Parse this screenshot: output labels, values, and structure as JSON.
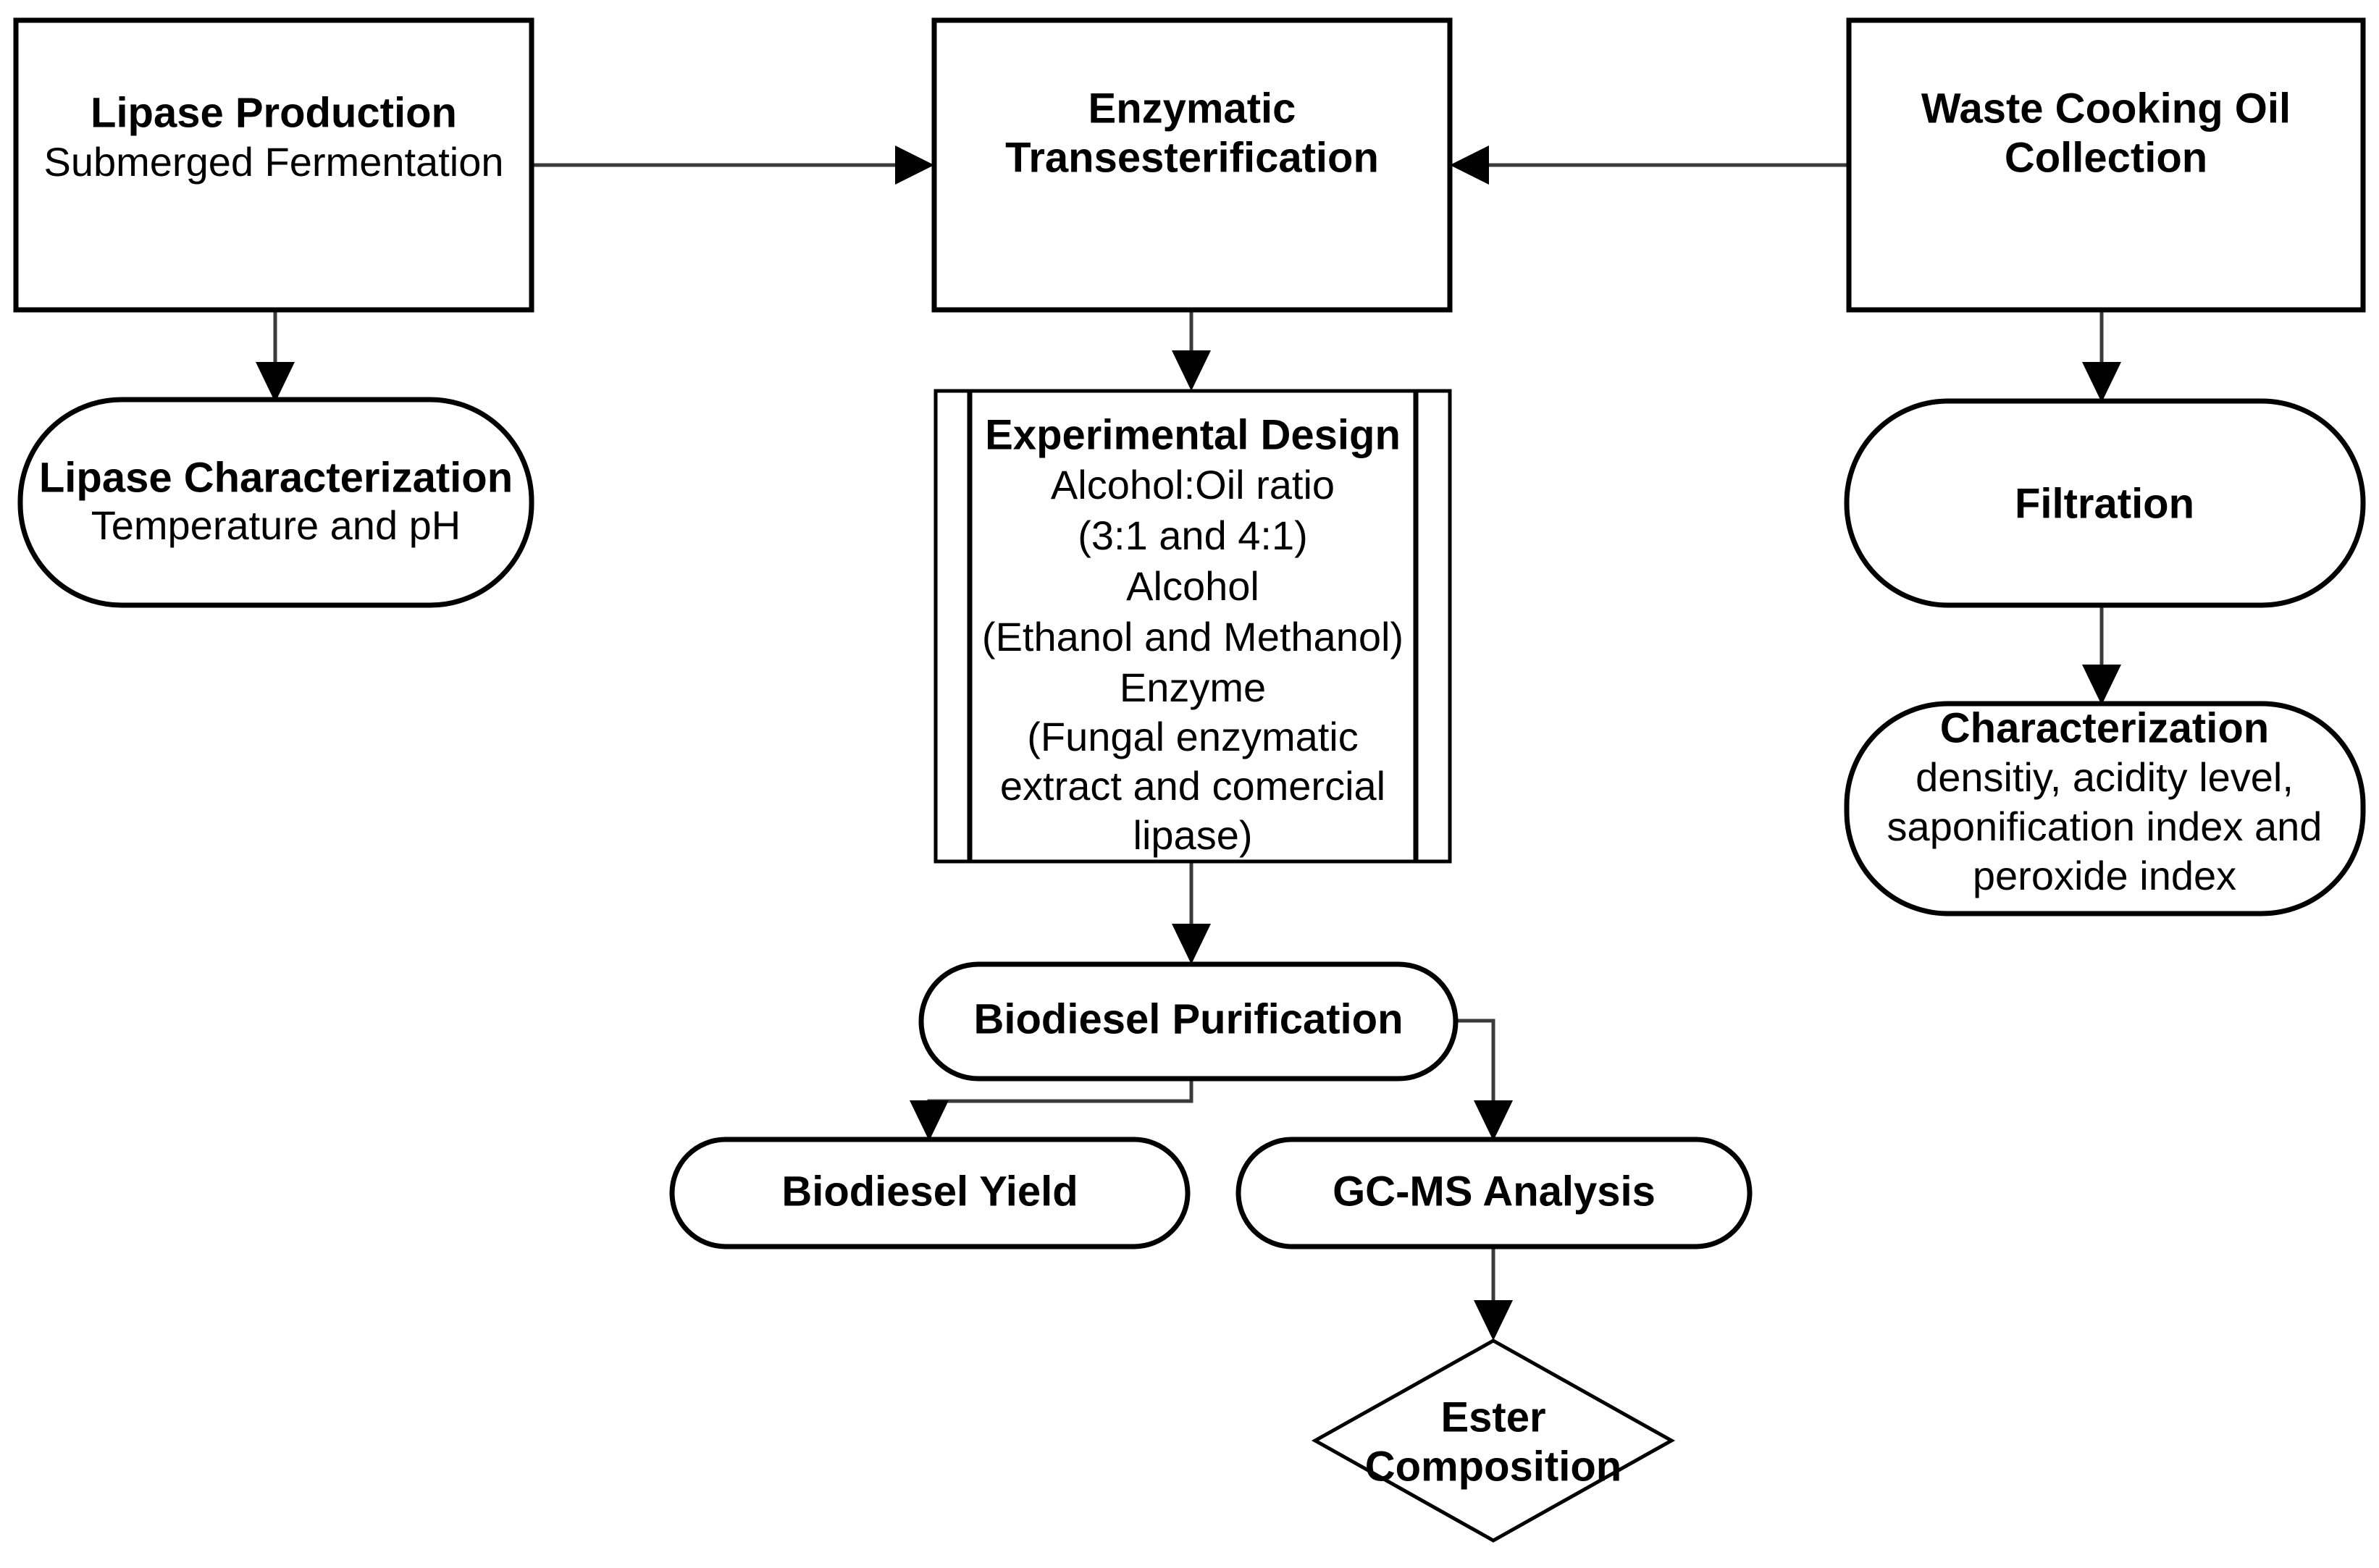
{
  "diagram": {
    "title": "Biodiesel production from waste cooking oil via enzymatic transesterification — process flowchart",
    "colors": {
      "background": "#ffffff",
      "shape_stroke": "#000000",
      "shape_fill": "#ffffff",
      "connector": "#3a3a3a",
      "text": "#000000"
    },
    "nodes": [
      {
        "id": "lipase-production",
        "shape": "rectangle",
        "lines": [
          {
            "text": "Lipase Production",
            "bold": true
          },
          {
            "text": "Submerged Fermentation",
            "bold": false
          }
        ]
      },
      {
        "id": "lipase-characterization",
        "shape": "rounded-rectangle",
        "lines": [
          {
            "text": "Lipase Characterization",
            "bold": true
          },
          {
            "text": "Temperature and pH",
            "bold": false
          }
        ]
      },
      {
        "id": "enzymatic-transesterification",
        "shape": "rectangle",
        "lines": [
          {
            "text": "Enzymatic",
            "bold": true
          },
          {
            "text": "Transesterification",
            "bold": true
          }
        ]
      },
      {
        "id": "experimental-design",
        "shape": "predefined-process",
        "lines": [
          {
            "text": "Experimental Design",
            "bold": true
          },
          {
            "text": "Alcohol:Oil ratio",
            "bold": false
          },
          {
            "text": "(3:1 and 4:1)",
            "bold": false
          },
          {
            "text": "Alcohol",
            "bold": false
          },
          {
            "text": "(Ethanol and Methanol)",
            "bold": false
          },
          {
            "text": "Enzyme",
            "bold": false
          },
          {
            "text": "(Fungal enzymatic",
            "bold": false
          },
          {
            "text": "extract and comercial",
            "bold": false
          },
          {
            "text": "lipase)",
            "bold": false
          }
        ]
      },
      {
        "id": "waste-cooking-oil-collection",
        "shape": "rectangle",
        "lines": [
          {
            "text": "Waste Cooking Oil",
            "bold": true
          },
          {
            "text": "Collection",
            "bold": true
          }
        ]
      },
      {
        "id": "filtration",
        "shape": "rounded-rectangle",
        "lines": [
          {
            "text": "Filtration",
            "bold": true
          }
        ]
      },
      {
        "id": "characterization",
        "shape": "rounded-rectangle",
        "lines": [
          {
            "text": "Characterization",
            "bold": true
          },
          {
            "text": "densitiy, acidity level,",
            "bold": false
          },
          {
            "text": "saponification index and",
            "bold": false
          },
          {
            "text": "peroxide index",
            "bold": false
          }
        ]
      },
      {
        "id": "biodiesel-purification",
        "shape": "rounded-rectangle",
        "lines": [
          {
            "text": "Biodiesel Purification",
            "bold": true
          }
        ]
      },
      {
        "id": "biodiesel-yield",
        "shape": "rounded-rectangle",
        "lines": [
          {
            "text": "Biodiesel Yield",
            "bold": true
          }
        ]
      },
      {
        "id": "gc-ms-analysis",
        "shape": "rounded-rectangle",
        "lines": [
          {
            "text": "GC-MS Analysis",
            "bold": true
          }
        ]
      },
      {
        "id": "ester-composition",
        "shape": "diamond",
        "lines": [
          {
            "text": "Ester",
            "bold": true
          },
          {
            "text": "Composition",
            "bold": true
          }
        ]
      }
    ],
    "edges": [
      {
        "id": "edge-lipase-production-to-enzymatic",
        "from": "lipase-production",
        "to": "enzymatic-transesterification",
        "direction": "right"
      },
      {
        "id": "edge-lipase-production-to-characterization",
        "from": "lipase-production",
        "to": "lipase-characterization",
        "direction": "down"
      },
      {
        "id": "edge-waste-oil-to-enzymatic",
        "from": "waste-cooking-oil-collection",
        "to": "enzymatic-transesterification",
        "direction": "left"
      },
      {
        "id": "edge-waste-oil-to-filtration",
        "from": "waste-cooking-oil-collection",
        "to": "filtration",
        "direction": "down"
      },
      {
        "id": "edge-filtration-to-characterization",
        "from": "filtration",
        "to": "characterization",
        "direction": "down"
      },
      {
        "id": "edge-enzymatic-to-experimental-design",
        "from": "enzymatic-transesterification",
        "to": "experimental-design",
        "direction": "down"
      },
      {
        "id": "edge-experimental-design-to-purification",
        "from": "experimental-design",
        "to": "biodiesel-purification",
        "direction": "down"
      },
      {
        "id": "edge-purification-to-yield",
        "from": "biodiesel-purification",
        "to": "biodiesel-yield",
        "direction": "down-left-elbow"
      },
      {
        "id": "edge-purification-to-gcms",
        "from": "biodiesel-purification",
        "to": "gc-ms-analysis",
        "direction": "right-down-elbow"
      },
      {
        "id": "edge-gcms-to-ester-composition",
        "from": "gc-ms-analysis",
        "to": "ester-composition",
        "direction": "down"
      }
    ]
  }
}
